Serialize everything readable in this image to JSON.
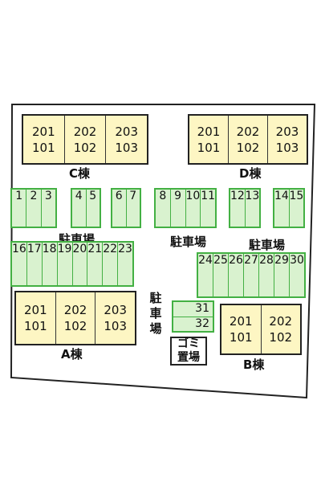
{
  "buildings": {
    "c": {
      "label": "C棟",
      "units": [
        [
          "201",
          "101"
        ],
        [
          "202",
          "102"
        ],
        [
          "203",
          "103"
        ]
      ]
    },
    "d": {
      "label": "D棟",
      "units": [
        [
          "201",
          "101"
        ],
        [
          "202",
          "102"
        ],
        [
          "203",
          "103"
        ]
      ]
    },
    "a": {
      "label": "A棟",
      "units": [
        [
          "201",
          "101"
        ],
        [
          "202",
          "102"
        ],
        [
          "203",
          "103"
        ]
      ]
    },
    "b": {
      "label": "B棟",
      "units": [
        [
          "201",
          "101"
        ],
        [
          "202",
          "102"
        ]
      ]
    }
  },
  "parking_label": "駐車場",
  "parking_label_vertical": [
    "駐",
    "車",
    "場"
  ],
  "lots": {
    "top1": [
      "1",
      "2",
      "3"
    ],
    "top2": [
      "4",
      "5"
    ],
    "top3": [
      "6",
      "7"
    ],
    "top4": [
      "8",
      "9",
      "10",
      "11"
    ],
    "top5": [
      "12",
      "13"
    ],
    "top6": [
      "14",
      "15"
    ],
    "mid_left": [
      "16",
      "17",
      "18",
      "19",
      "20",
      "21",
      "22",
      "23"
    ],
    "mid_right": [
      "24",
      "25",
      "26",
      "27",
      "28",
      "29",
      "30"
    ],
    "center_stack": [
      "31",
      "32"
    ]
  },
  "garbage": {
    "line1": "ゴミ",
    "line2": "置場"
  },
  "colors": {
    "building_fill": "#fdf6c3",
    "parking_fill": "#d9f2cf",
    "parking_border": "#43b043"
  }
}
